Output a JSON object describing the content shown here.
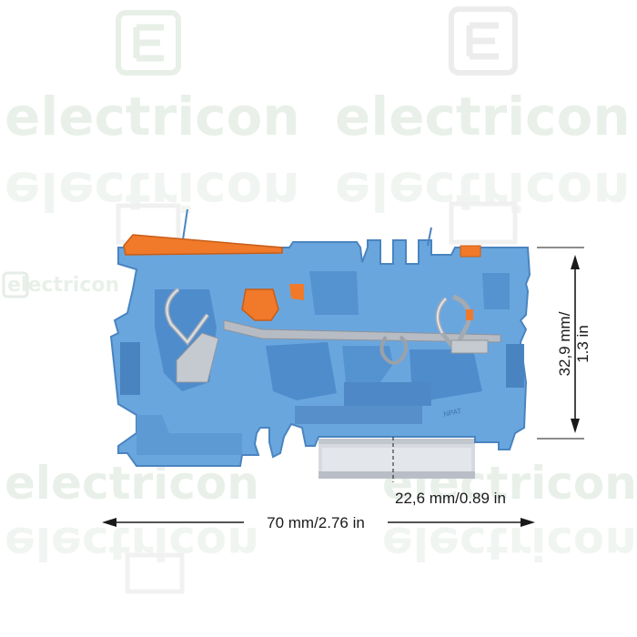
{
  "watermark": {
    "brand": "electricon",
    "logo_letter": "E"
  },
  "product": {
    "marking": "NPAT"
  },
  "dimensions": {
    "height_label_line1": "32,9 mm/",
    "height_label_line2": "1.3 in",
    "depth_label": "22,6 mm/0.89 in",
    "width_label": "70 mm/2.76 in"
  },
  "colors": {
    "housing": "#6aa6de",
    "housing_dark": "#4a84c0",
    "lever": "#f07a2a",
    "metal": "#b7bcc4",
    "rail": "#d6dae0",
    "dimension_line": "#1a1a1a",
    "watermark": "#e9f0e9"
  }
}
